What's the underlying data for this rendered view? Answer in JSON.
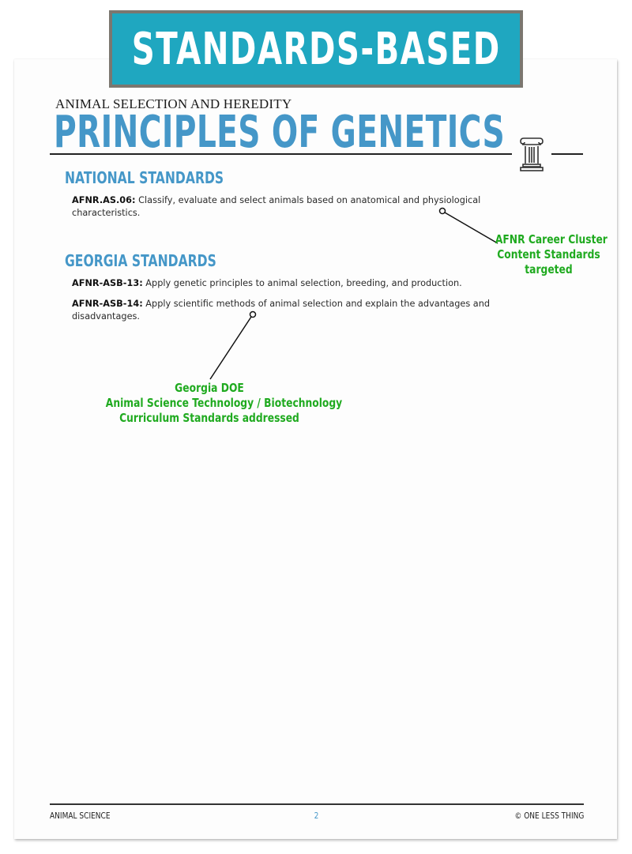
{
  "banner": {
    "label": "STANDARDS-BASED",
    "bg_color": "#1fa7c0",
    "border_color": "#7b7770"
  },
  "header": {
    "eyebrow": "ANIMAL SELECTION AND HEREDITY",
    "title": "PRINCIPLES OF GENETICS",
    "title_color": "#4597c8",
    "icon": "pillar-icon"
  },
  "sections": [
    {
      "heading": "NATIONAL STANDARDS",
      "items": [
        {
          "code": "AFNR.AS.06:",
          "text": " Classify, evaluate and select animals based on anatomical and physiological characteristics."
        }
      ]
    },
    {
      "heading": "GEORGIA STANDARDS",
      "items": [
        {
          "code": "AFNR-ASB-13:",
          "text": " Apply genetic principles to animal selection, breeding, and production."
        },
        {
          "code": "AFNR-ASB-14:",
          "text": " Apply scientific methods of animal selection and explain the advantages and disadvantages."
        }
      ]
    }
  ],
  "annotations": [
    {
      "lines": [
        "AFNR Career Cluster",
        "Content Standards",
        "targeted"
      ]
    },
    {
      "lines": [
        "Georgia DOE",
        "Animal Science Technology / Biotechnology",
        "Curriculum Standards addressed"
      ]
    }
  ],
  "annotation_color": "#1faa1f",
  "footer": {
    "left": "ANIMAL SCIENCE",
    "page_number": "2",
    "right": "© ONE LESS THING"
  }
}
